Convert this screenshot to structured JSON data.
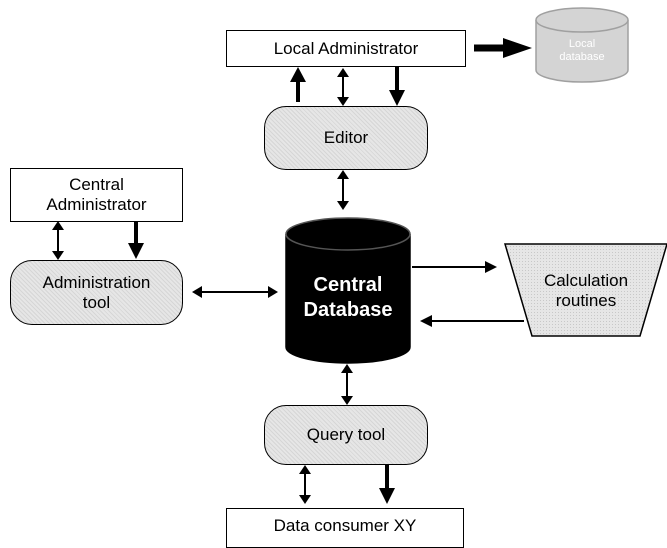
{
  "nodes": {
    "local_administrator": "Local Administrator",
    "local_database": "Local\ndatabase",
    "editor": "Editor",
    "central_administrator": "Central\nAdministrator",
    "administration_tool": "Administration\ntool",
    "central_database": "Central\nDatabase",
    "calculation_routines": "Calculation\nroutines",
    "query_tool": "Query tool",
    "data_consumer": "Data consumer XY"
  },
  "colors": {
    "stroke": "#000000",
    "tool_fill": "#e6e6e6",
    "central_db_fill": "#000000",
    "local_db_fill": "#d4d4d4",
    "local_db_stroke": "#a0a0a0"
  }
}
